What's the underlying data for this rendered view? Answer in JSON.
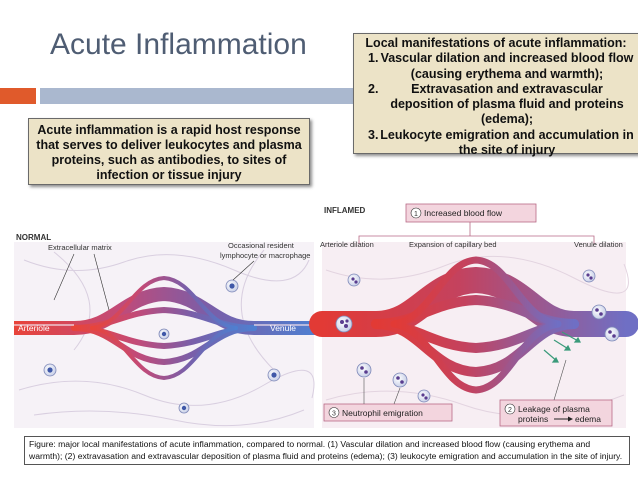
{
  "slide": {
    "title": "Acute Inflammation",
    "colors": {
      "accent": "#e05a2b",
      "band": "#aab8cf",
      "box_fill": "#ece3c7",
      "title": "#4f5d73"
    }
  },
  "definition_box": {
    "text": "Acute inflammation is a rapid host response that serves to deliver leukocytes and plasma proteins, such as antibodies, to sites of infection or tissue injury"
  },
  "manifestations_box": {
    "heading": "Local manifestations of acute inflammation:",
    "items": [
      {
        "num": "1.",
        "text": "Vascular dilation and increased blood flow (causing erythema and warmth);"
      },
      {
        "num": "2.",
        "text": "Extravasation and extravascular deposition of plasma fluid and proteins (edema);"
      },
      {
        "num": "3.",
        "text": "Leukocyte emigration and accumulation in the site of injury"
      }
    ]
  },
  "diagram": {
    "normal": {
      "heading": "NORMAL",
      "label_matrix": "Extracellular matrix",
      "label_resident_1": "Occasional resident",
      "label_resident_2": "lymphocyte or macrophage",
      "label_arteriole": "Arteriole",
      "label_venule": "Venule"
    },
    "inflamed": {
      "heading": "INFLAMED",
      "callout_1": "Increased blood flow",
      "callout_1_num": "1",
      "label_arteriole_dilation": "Arteriole dilation",
      "label_capillary": "Expansion of capillary bed",
      "label_venule_dilation": "Venule dilation",
      "callout_3": "Neutrophil emigration",
      "callout_3_num": "3",
      "callout_2_line1": "Leakage of plasma",
      "callout_2_line2a": "proteins",
      "callout_2_line2b": "edema",
      "callout_2_num": "2"
    }
  },
  "caption": {
    "text": "Figure: major local manifestations of acute inflammation, compared to normal. (1) Vascular dilation and increased blood flow (causing erythema and warmth); (2) extravasation and extravascular deposition of plasma fluid and proteins (edema); (3) leukocyte emigration and accumulation in the site of injury."
  }
}
